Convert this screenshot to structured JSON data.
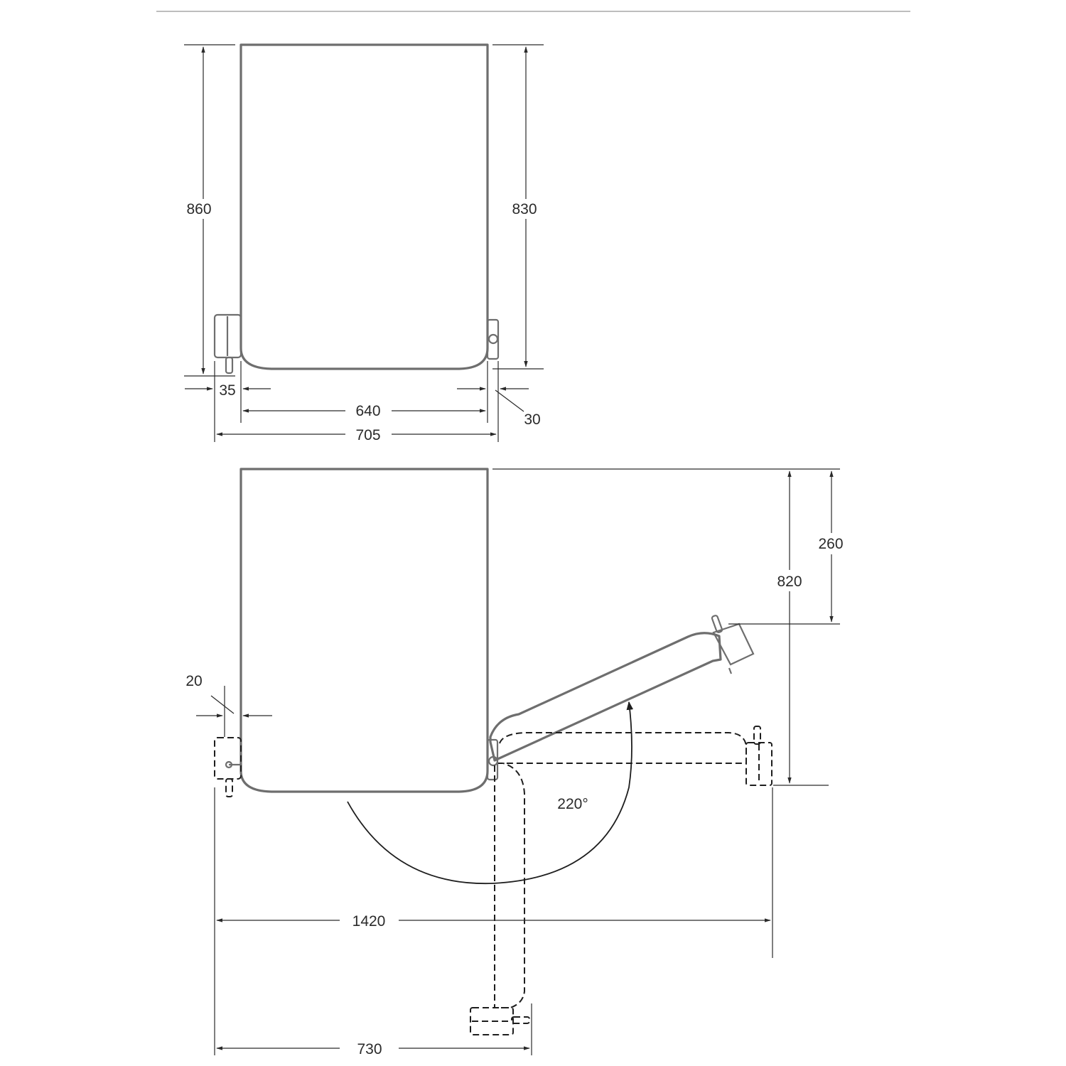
{
  "dimensions": {
    "top_height_left": "860",
    "top_height_right": "830",
    "top_left_offset": "35",
    "top_width_inner": "640",
    "top_width_total": "705",
    "top_right_offset": "30",
    "side_gap": "20",
    "door_height": "820",
    "door_top": "260",
    "door_angle": "220°",
    "open_width": "1420",
    "open_depth": "730"
  },
  "colors": {
    "outline": "#6e6e6e",
    "dimension_line": "#2a2a2a",
    "dashed": "#1e1e1e"
  }
}
